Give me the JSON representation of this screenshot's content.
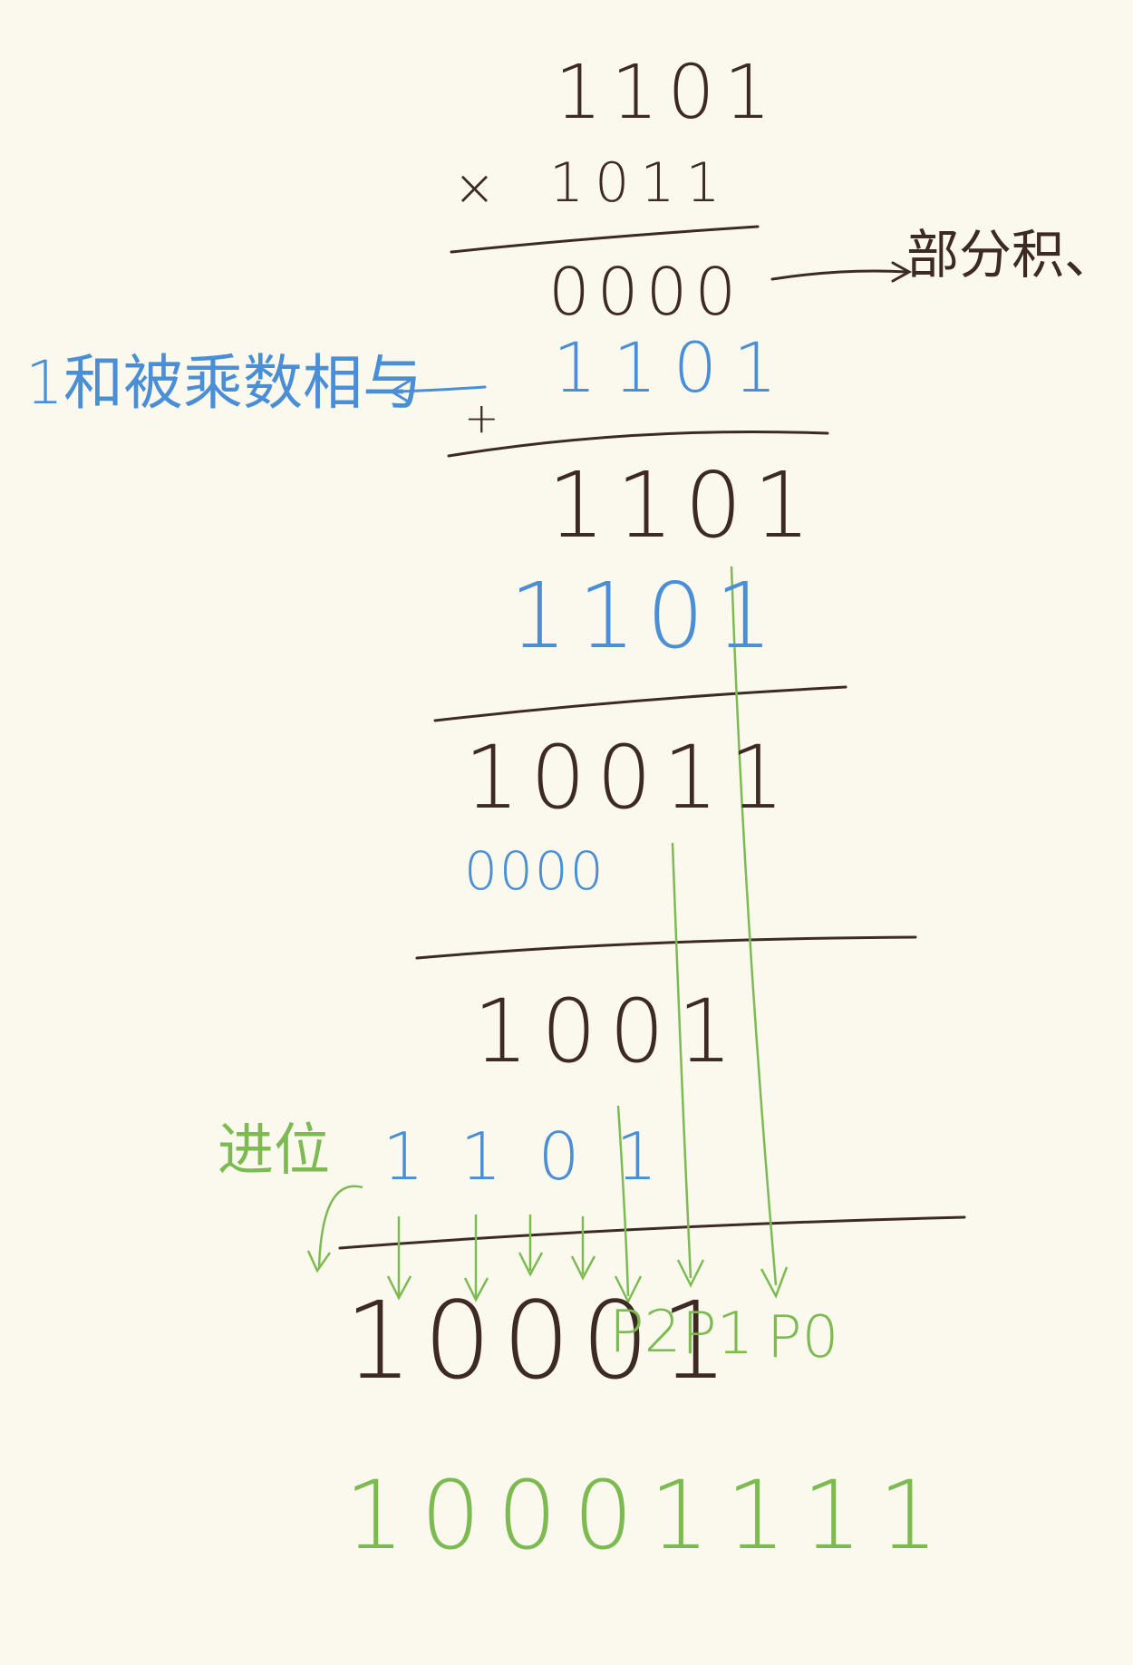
{
  "multiplicand": "1101",
  "multiplier_sign": "×",
  "multiplier": "1011",
  "initial_partial_product": "0000",
  "partial_product_note": "部分积、",
  "step1_addend": "1101",
  "and_note": "1和被乘数相与",
  "plus_sign": "+",
  "step1_sum": "1101",
  "step2_addend": "1101",
  "step2_sum": "10011",
  "step3_addend": "0000",
  "step3_sum": "1001",
  "step4_addend": "1101",
  "carry_note": "进位",
  "final_high": "10001",
  "p2": "P2",
  "p1": "P1",
  "p0": "P0",
  "result": "10001111",
  "colors": {
    "ink": "#3d2a25",
    "blue": "#4a8fd6",
    "green": "#7dbb52",
    "paper": "#fbf9ee"
  }
}
